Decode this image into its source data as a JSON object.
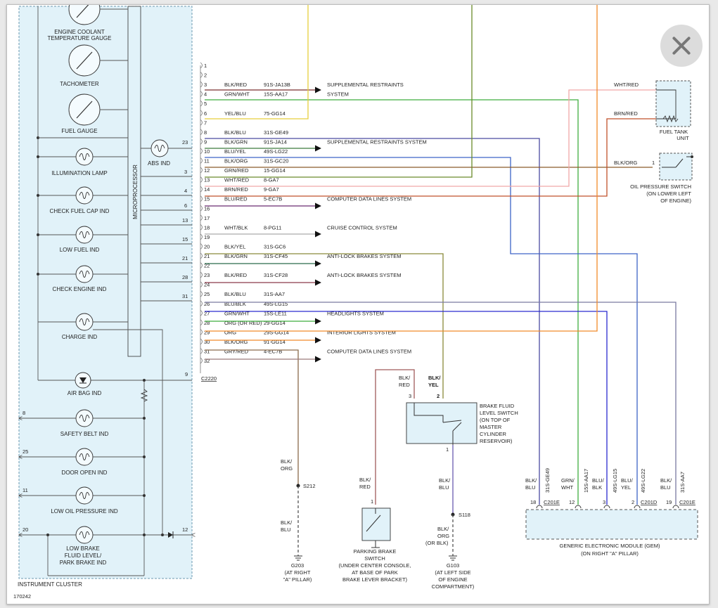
{
  "viewer": {
    "close_icon": "close-x-icon"
  },
  "diagram": {
    "id": "170242",
    "cluster_label": "INSTRUMENT CLUSTER",
    "microprocessor": "MICROPROCESSOR",
    "connector": "C2220",
    "gauges": [
      {
        "label1": "ENGINE COOLANT",
        "label2": "TEMPERATURE GAUGE"
      },
      {
        "label1": "TACHOMETER",
        "label2": ""
      },
      {
        "label1": "FUEL GAUGE",
        "label2": ""
      }
    ],
    "indicators": [
      "ILLUMINATION LAMP",
      "CHECK FUEL CAP IND",
      "LOW FUEL IND",
      "CHECK ENGINE IND",
      "CHARGE IND"
    ],
    "abs": {
      "label": "ABS IND",
      "pin": "23"
    },
    "micro_pins": [
      "3",
      "4",
      "6",
      "13",
      "15",
      "21",
      "28",
      "31"
    ],
    "airbag": {
      "label": "AIR BAG IND",
      "pin": "9"
    },
    "lower_inds": [
      {
        "label1": "SAFETY BELT IND",
        "label2": "",
        "label3": "",
        "pin": "8"
      },
      {
        "label1": "DOOR OPEN IND",
        "label2": "",
        "label3": "",
        "pin": "25"
      },
      {
        "label1": "LOW OIL PRESSURE IND",
        "label2": "",
        "label3": "",
        "pin": "11"
      },
      {
        "label1": "LOW BRAKE",
        "label2": "FLUID LEVEL/",
        "label3": "PARK BRAKE IND",
        "pin": "20"
      }
    ],
    "diode_pin": "12",
    "wires": [
      {
        "pin": "1",
        "color": "",
        "circuit": "",
        "dest": ""
      },
      {
        "pin": "2",
        "color": "",
        "circuit": "",
        "dest": ""
      },
      {
        "pin": "3",
        "color": "BLK/RED",
        "circuit": "91S-JA13B",
        "dest": "SUPPLEMENTAL RESTRAINTS"
      },
      {
        "pin": "4",
        "color": "GRN/WHT",
        "circuit": "15S-AA17",
        "dest": "SYSTEM"
      },
      {
        "pin": "5",
        "color": "",
        "circuit": "",
        "dest": ""
      },
      {
        "pin": "6",
        "color": "YEL/BLU",
        "circuit": "75-GG14",
        "dest": ""
      },
      {
        "pin": "7",
        "color": "",
        "circuit": "",
        "dest": ""
      },
      {
        "pin": "8",
        "color": "BLK/BLU",
        "circuit": "31S-GE49",
        "dest": ""
      },
      {
        "pin": "9",
        "color": "BLK/GRN",
        "circuit": "91S-JA14",
        "dest": "SUPPLEMENTAL RESTRAINTS SYSTEM"
      },
      {
        "pin": "10",
        "color": "BLU/YEL",
        "circuit": "49S-LG22",
        "dest": ""
      },
      {
        "pin": "11",
        "color": "BLK/ORG",
        "circuit": "31S-GC20",
        "dest": ""
      },
      {
        "pin": "12",
        "color": "GRN/RED",
        "circuit": "15-GG14",
        "dest": ""
      },
      {
        "pin": "13",
        "color": "WHT/RED",
        "circuit": "8-GA7",
        "dest": ""
      },
      {
        "pin": "14",
        "color": "BRN/RED",
        "circuit": "9-GA7",
        "dest": ""
      },
      {
        "pin": "15",
        "color": "BLU/RED",
        "circuit": "5-EC7B",
        "dest": "COMPUTER DATA LINES SYSTEM"
      },
      {
        "pin": "16",
        "color": "",
        "circuit": "",
        "dest": ""
      },
      {
        "pin": "17",
        "color": "",
        "circuit": "",
        "dest": ""
      },
      {
        "pin": "18",
        "color": "WHT/BLK",
        "circuit": "8-PG11",
        "dest": "CRUISE CONTROL SYSTEM"
      },
      {
        "pin": "19",
        "color": "",
        "circuit": "",
        "dest": ""
      },
      {
        "pin": "20",
        "color": "BLK/YEL",
        "circuit": "31S-GC6",
        "dest": ""
      },
      {
        "pin": "21",
        "color": "BLK/GRN",
        "circuit": "31S-CF45",
        "dest": "ANTI-LOCK BRAKES SYSTEM"
      },
      {
        "pin": "22",
        "color": "",
        "circuit": "",
        "dest": ""
      },
      {
        "pin": "23",
        "color": "BLK/RED",
        "circuit": "31S-CF28",
        "dest": "ANTI-LOCK BRAKES SYSTEM"
      },
      {
        "pin": "24",
        "color": "",
        "circuit": "",
        "dest": ""
      },
      {
        "pin": "25",
        "color": "BLK/BLU",
        "circuit": "31S-AA7",
        "dest": ""
      },
      {
        "pin": "26",
        "color": "BLU/BLK",
        "circuit": "49S-LG15",
        "dest": ""
      },
      {
        "pin": "27",
        "color": "GRN/WHT",
        "circuit": "15S-LE11",
        "dest": "HEADLIGHTS SYSTEM"
      },
      {
        "pin": "28",
        "color": "ORG (OR RED)",
        "circuit": "29-GG14",
        "dest": ""
      },
      {
        "pin": "29",
        "color": "ORG",
        "circuit": "29S-GG14",
        "dest": "INTERIOR LIGHTS SYSTEM"
      },
      {
        "pin": "30",
        "color": "BLK/ORG",
        "circuit": "91-GG14",
        "dest": ""
      },
      {
        "pin": "31",
        "color": "GRY/RED",
        "circuit": "4-EC7B",
        "dest": "COMPUTER DATA LINES SYSTEM"
      },
      {
        "pin": "32",
        "color": "",
        "circuit": "",
        "dest": ""
      }
    ],
    "fuel_tank": {
      "wire1": "WHT/RED",
      "wire2": "BRN/RED",
      "label1": "FUEL TANK",
      "label2": "UNIT"
    },
    "oil_switch": {
      "wire": "BLK/ORG",
      "pin": "1",
      "label1": "OIL PRESSURE SWITCH",
      "label2": "(ON LOWER LEFT",
      "label3": "OF ENGINE)"
    },
    "brake_switch": {
      "label1": "BRAKE FLUID",
      "label2": "LEVEL SWITCH",
      "label3": "(ON TOP OF",
      "label4": "MASTER",
      "label5": "CYLINDER",
      "label6": "RESERVOIR)",
      "pin3": "3",
      "pin2": "2",
      "pin1": "1",
      "wireA1": "BLK/",
      "wireA2": "RED",
      "wireB1": "BLK/",
      "wireB2": "YEL",
      "wireC1": "BLK/",
      "wireC2": "BLU"
    },
    "s212": {
      "label": "S212",
      "w1a": "BLK/",
      "w1b": "ORG",
      "w2a": "BLK/",
      "w2b": "BLU"
    },
    "g203": {
      "label1": "G203",
      "label2": "(AT RIGHT",
      "label3": "\"A\" PILLAR)"
    },
    "park_switch": {
      "wire1": "BLK/",
      "wire2": "RED",
      "pin": "1",
      "label1": "PARKING BRAKE",
      "label2": "SWITCH",
      "label3": "(UNDER CENTER CONSOLE,",
      "label4": "AT BASE OF PARK",
      "label5": "BRAKE LEVER BRACKET)"
    },
    "s118": {
      "label": "S118",
      "w1": "BLK/",
      "w2": "ORG",
      "w3": "(OR BLK)"
    },
    "g103": {
      "label1": "G103",
      "label2": "(AT LEFT SIDE",
      "label3": "OF ENGINE",
      "label4": "COMPARTMENT)"
    },
    "gem": {
      "label1": "GENERIC ELECTRONIC MODULE (GEM)",
      "label2": "(ON RIGHT \"A\" PILLAR)",
      "pins": [
        {
          "pin": "18",
          "conn": "C201E",
          "w1": "BLK/",
          "w2": "BLU",
          "circuit": "31S-GE49"
        },
        {
          "pin": "12",
          "conn": "",
          "w1": "GRN/",
          "w2": "WHT",
          "circuit": "15S-AA17"
        },
        {
          "pin": "3",
          "conn": "",
          "w1": "BLU/",
          "w2": "BLK",
          "circuit": "49S-LG15"
        },
        {
          "pin": "2",
          "conn": "C201D",
          "w1": "BLU/",
          "w2": "YEL",
          "circuit": "49S-LG22"
        },
        {
          "pin": "19",
          "conn": "C201E",
          "w1": "BLK/",
          "w2": "BLU",
          "circuit": "31S-AA7"
        }
      ]
    }
  }
}
